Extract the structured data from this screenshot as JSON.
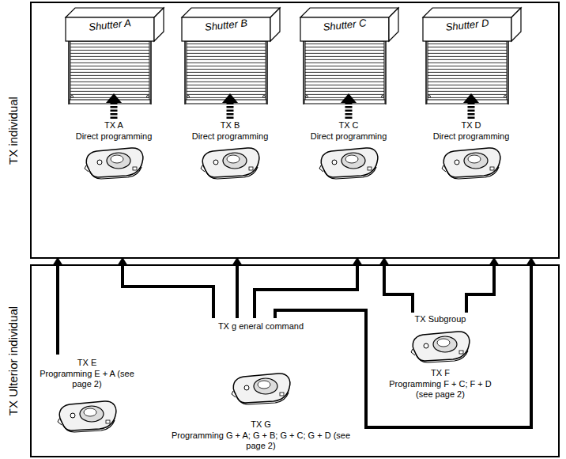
{
  "diagram": {
    "nodes": [
      {
        "text": [
          "TX individual"
        ]
      },
      {
        "text": [
          "Shutter A"
        ],
        "in": 0
      },
      {
        "text": [
          "Shutter B"
        ],
        "in": 0
      },
      {
        "text": [
          "Shutter C"
        ],
        "in": 0
      },
      {
        "text": [
          "Shutter D"
        ],
        "in": 0
      },
      {
        "text": [
          "TX A",
          "Direct programming"
        ],
        "in": 0
      },
      {
        "text": [
          "TX B",
          "Direct programming"
        ],
        "in": 0
      },
      {
        "text": [
          "TX C",
          "Direct programming"
        ],
        "in": 0
      },
      {
        "text": [
          "TX D",
          "Direct programming"
        ],
        "in": 0
      },
      {
        "text": [
          "TX Ulterior individual"
        ]
      },
      {
        "text": [
          "TX E",
          "Programming E + A (see page 2)"
        ],
        "in": 9
      },
      {
        "text": [
          "TX g eneral command",
          "TX G",
          "Programming G + A; G + B; G + C; G + D (see page 2)"
        ],
        "in": 9
      },
      {
        "text": [
          "TX Subgroup",
          "TX F",
          "Programming F + C; F + D (see page 2)"
        ],
        "in": 9
      }
    ],
    "edges": [
      {
        "from": 5,
        "to": 1,
        "arrow": "to"
      },
      {
        "from": 6,
        "to": 2,
        "arrow": "to"
      },
      {
        "from": 7,
        "to": 3,
        "arrow": "to"
      },
      {
        "from": 8,
        "to": 4,
        "arrow": "to"
      },
      {
        "from": 10,
        "to": 5,
        "arrow": "to"
      },
      {
        "from": 11,
        "to": 5,
        "arrow": "to"
      },
      {
        "from": 11,
        "to": 6,
        "arrow": "to"
      },
      {
        "from": 11,
        "to": 7,
        "arrow": "to"
      },
      {
        "from": 11,
        "to": 8,
        "arrow": "to"
      },
      {
        "from": 12,
        "to": 7,
        "arrow": "to"
      },
      {
        "from": 12,
        "to": 8,
        "arrow": "to"
      }
    ]
  }
}
